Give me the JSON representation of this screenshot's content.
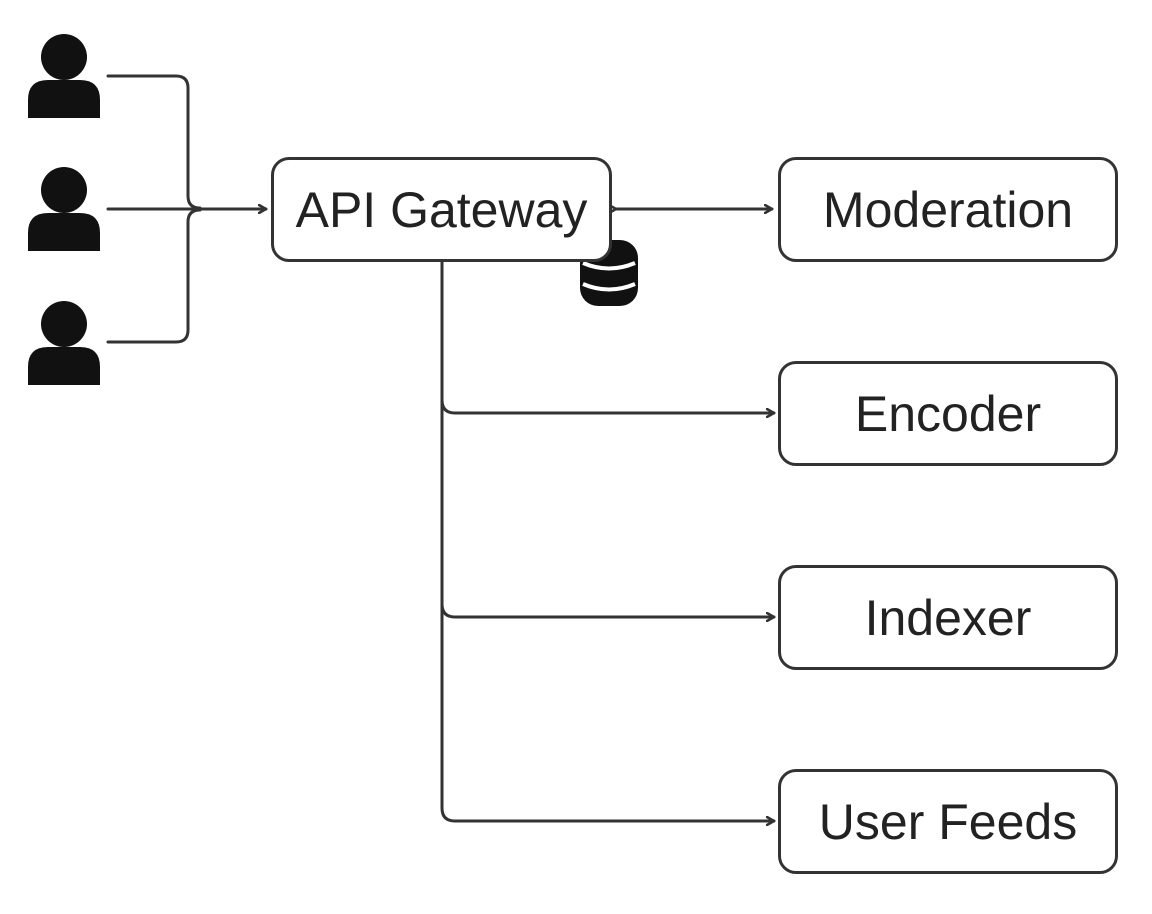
{
  "nodes": {
    "gateway": "API Gateway",
    "moderation": "Moderation",
    "encoder": "Encoder",
    "indexer": "Indexer",
    "feeds": "User Feeds"
  },
  "icons": {
    "users": [
      "user-icon",
      "user-icon",
      "user-icon"
    ],
    "store": "database-icon"
  },
  "colors": {
    "stroke": "#333333",
    "icon_fill": "#111111"
  }
}
